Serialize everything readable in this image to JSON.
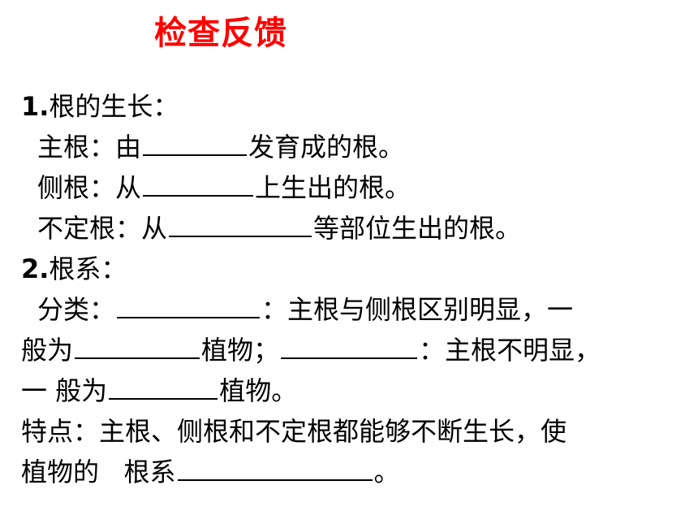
{
  "title": "检查反馈",
  "colors": {
    "title": "#ff0000",
    "text": "#000000"
  },
  "section1": {
    "heading_num": "1.",
    "heading_text": "根的生长：",
    "main_root_pre": "主根：由",
    "main_root_post": "发育成的根。",
    "lateral_root_pre": "侧根：从",
    "lateral_root_post": "上生出的根。",
    "adventitious_root_pre": "不定根：从",
    "adventitious_root_post": "等部位生出的根。"
  },
  "section2": {
    "heading_num": "2.",
    "heading_text": "根系：",
    "classify_pre": "分类：",
    "classify_mid": "：主根与侧根区别明显，一",
    "line2_pre": "般为",
    "line2_mid": "植物；",
    "line2_post": "：主根不明显，",
    "line3_pre": "一 般为",
    "line3_post": "植物。",
    "feature_text": "特点：主根、侧根和不定根都能够不断生长，使",
    "feature_line2_pre": "植物的   根系",
    "feature_line2_post": "。"
  }
}
